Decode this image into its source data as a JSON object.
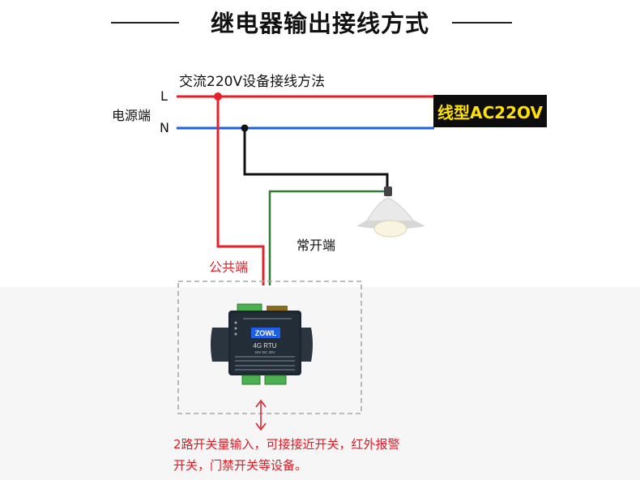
{
  "header": {
    "title": "继电器输出接线方式"
  },
  "diagram": {
    "subtitle": "交流220V设备接线方法",
    "power_source_label": "电源端",
    "line_label": "L",
    "neutral_label": "N",
    "voltage_tag": "线型AC22OV",
    "normally_open_label": "常开端",
    "common_label": "公共端"
  },
  "device": {
    "logo": "ZOWL",
    "model": "4G RTU",
    "spec": "24V DC 20V"
  },
  "note": {
    "line1": "2路开关量输入，可接接近开关，红外报警",
    "line2": "开关，门禁开关等设备。"
  },
  "colors": {
    "live_wire": "#e8202a",
    "neutral_wire": "#1f5fe8",
    "switch_wire": "#111111",
    "normally_open_wire": "#2e7d32",
    "voltage_tag_bg": "#0d0d0d",
    "voltage_tag_text": "#ffe000",
    "device_body": "#1c2630",
    "terminal_green": "#4caf50"
  }
}
